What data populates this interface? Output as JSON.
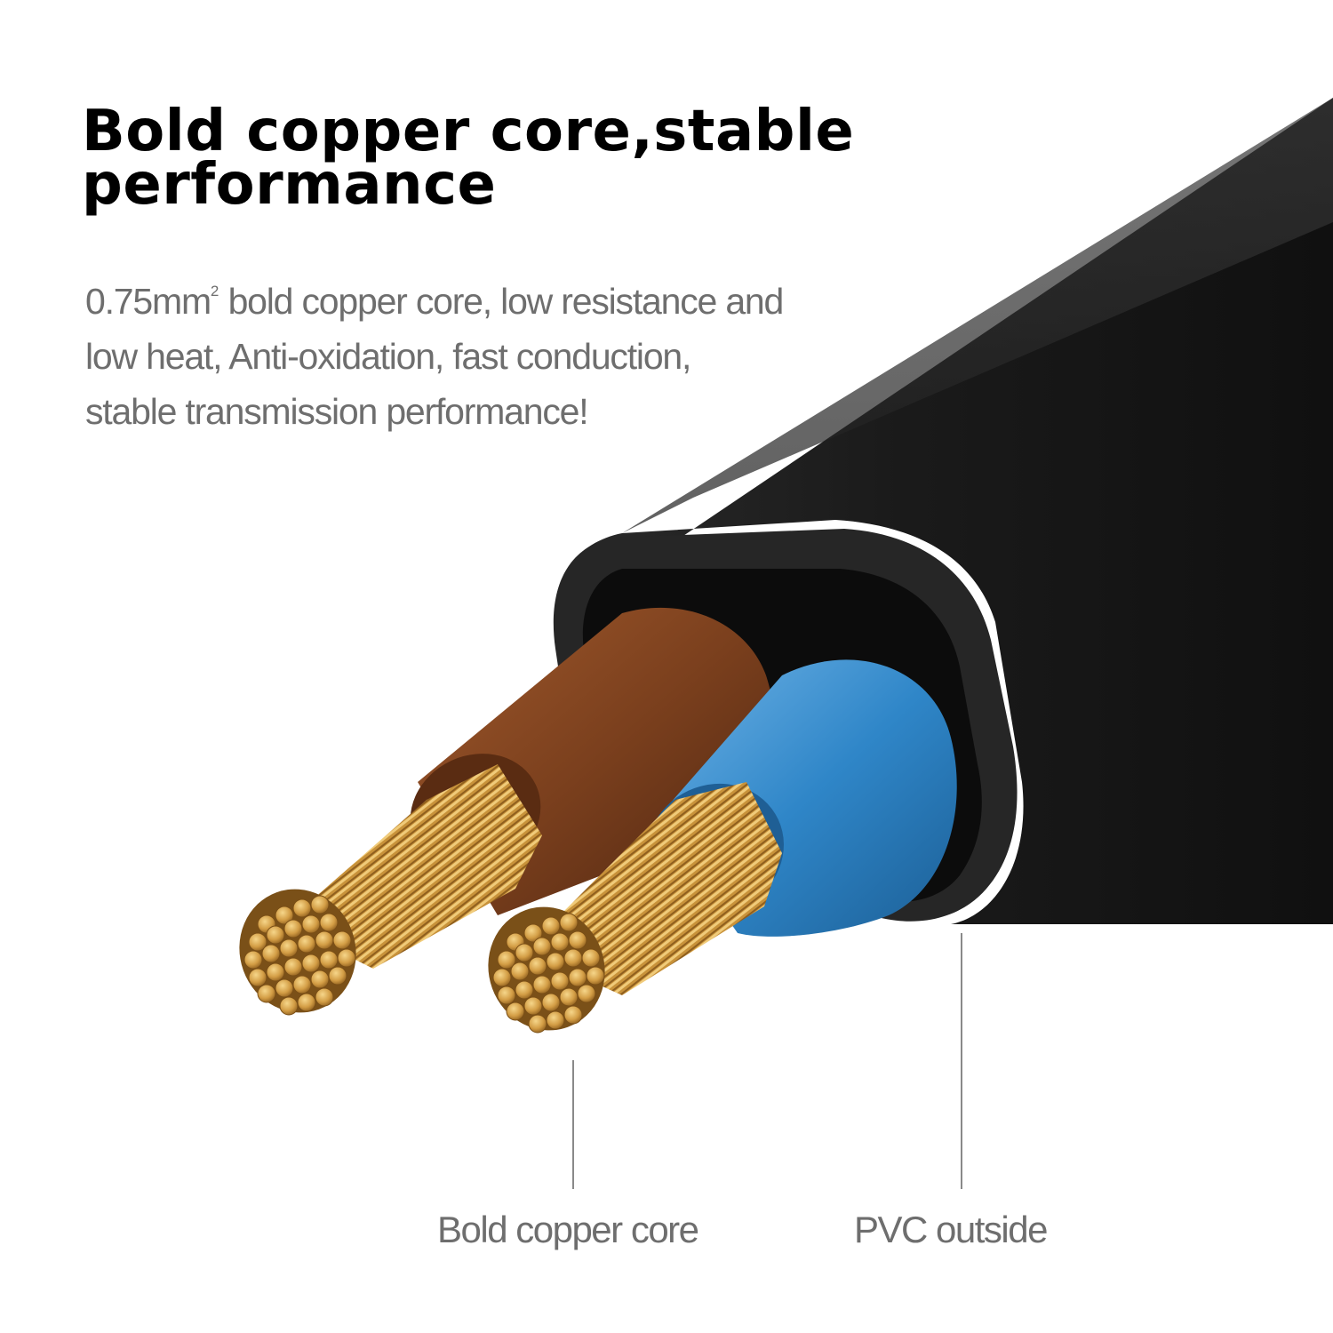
{
  "headline": {
    "line1": "Bold copper core,stable",
    "line2": "performance"
  },
  "description": {
    "line1_prefix": "0.75mm",
    "line1_superscript": "2",
    "line1_suffix": " bold copper core, low resistance and",
    "line2": "low heat, Anti-oxidation, fast conduction,",
    "line3": "stable transmission performance!"
  },
  "callouts": {
    "core_label": "Bold copper core",
    "pvc_label": "PVC outside"
  },
  "colors": {
    "jacket": "#1c1c1c",
    "brown_insulation": "#7a3f1d",
    "blue_insulation": "#2f86c8",
    "copper": "#c8923a"
  }
}
